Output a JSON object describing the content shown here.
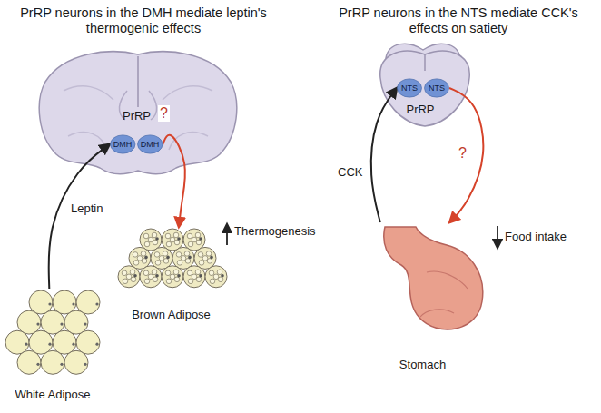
{
  "diagram": {
    "nodes": [
      {
        "text": [
          "PrRP"
        ]
      },
      {
        "text": [
          "DMH"
        ],
        "in": 0
      },
      {
        "text": [
          "DMH"
        ],
        "in": 0
      },
      {
        "text": [
          "White Adipose"
        ]
      },
      {
        "text": [
          "Brown Adipose"
        ]
      },
      {
        "text": [
          "PrRP"
        ]
      },
      {
        "text": [
          "NTS"
        ],
        "in": 5
      },
      {
        "text": [
          "NTS"
        ],
        "in": 5
      },
      {
        "text": [
          "Stomach"
        ]
      }
    ],
    "edges": [
      {
        "from": 3,
        "to": 1,
        "label": "Leptin",
        "arrow": "to"
      },
      {
        "from": 2,
        "to": 4,
        "label": "?",
        "arrow": "to"
      },
      {
        "from": 8,
        "to": 6,
        "label": "CCK",
        "arrow": "to"
      },
      {
        "from": 7,
        "to": 8,
        "label": "?",
        "arrow": "to"
      }
    ],
    "labels": [
      "PrRP neurons in the DMH mediate leptin's thermogenic effects",
      "Thermogenesis",
      "PrRP neurons in the NTS mediate CCK's effects on satiety",
      "Food intake"
    ]
  }
}
